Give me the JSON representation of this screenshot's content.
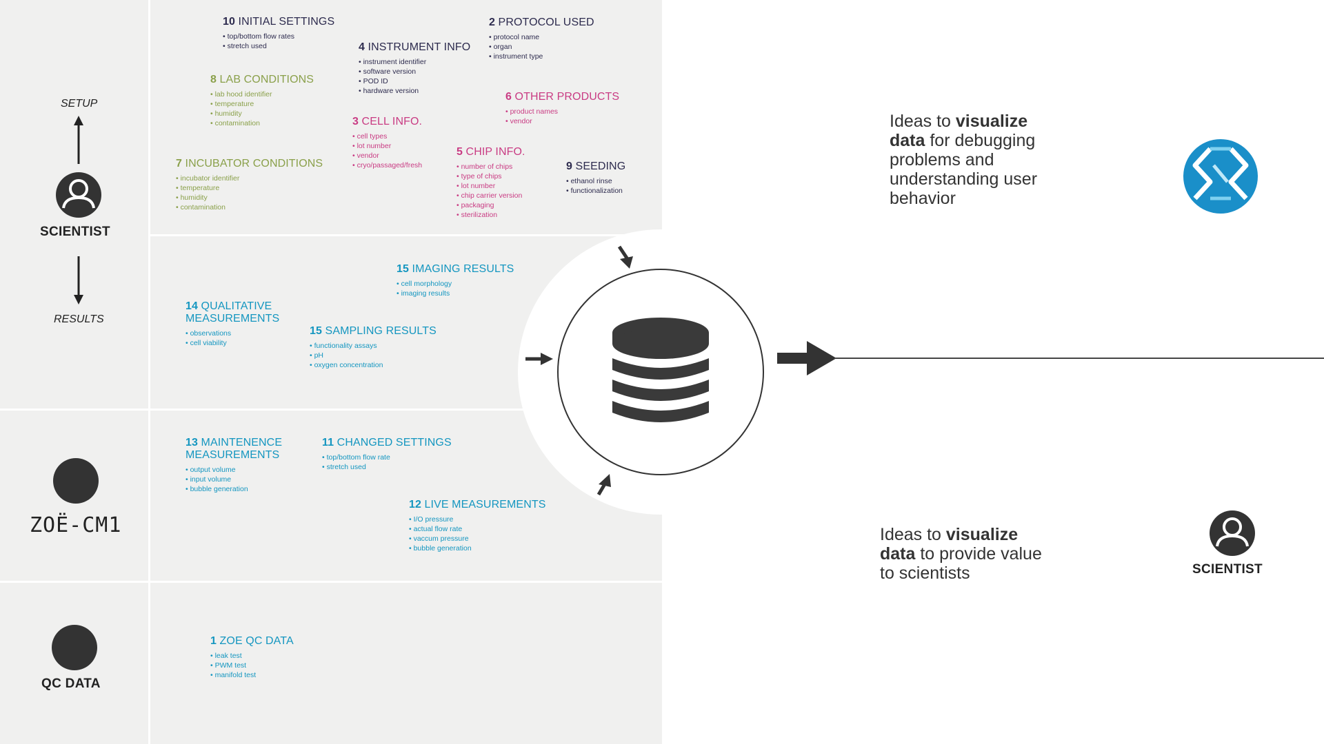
{
  "rows": {
    "setup_label": "SETUP",
    "results_label": "RESULTS",
    "scientist_label": "SCIENTIST",
    "zoe_label": "ZOË-CM1",
    "qc_label": "QC DATA"
  },
  "groups": {
    "g10": {
      "num": "10",
      "title": "INITIAL SETTINGS",
      "items": [
        "top/bottom flow rates",
        "stretch used"
      ]
    },
    "g2": {
      "num": "2",
      "title": "PROTOCOL USED",
      "items": [
        "protocol name",
        "organ",
        "instrument type"
      ]
    },
    "g4": {
      "num": "4",
      "title": "INSTRUMENT INFO",
      "items": [
        "instrument identifier",
        "software version",
        "POD ID",
        "hardware version"
      ]
    },
    "g8": {
      "num": "8",
      "title": "LAB CONDITIONS",
      "items": [
        "lab hood identifier",
        "temperature",
        "humidity",
        "contamination"
      ]
    },
    "g6": {
      "num": "6",
      "title": "OTHER PRODUCTS",
      "items": [
        "product names",
        "vendor"
      ]
    },
    "g3": {
      "num": "3",
      "title": "CELL INFO.",
      "items": [
        "cell types",
        "lot number",
        "vendor",
        "cryo/passaged/fresh"
      ]
    },
    "g7": {
      "num": "7",
      "title": "INCUBATOR CONDITIONS",
      "items": [
        "incubator identifier",
        "temperature",
        "humidity",
        "contamination"
      ]
    },
    "g5": {
      "num": "5",
      "title": "CHIP INFO.",
      "items": [
        "number of chips",
        "type of chips",
        "lot number",
        "chip carrier version",
        "packaging",
        "sterilization"
      ]
    },
    "g9": {
      "num": "9",
      "title": "SEEDING",
      "items": [
        "ethanol rinse",
        "functionalization"
      ]
    },
    "g15a": {
      "num": "15",
      "title": "IMAGING RESULTS",
      "items": [
        "cell morphology",
        "imaging results"
      ]
    },
    "g14": {
      "num": "14",
      "title": "QUALITATIVE",
      "title2": "MEASUREMENTS",
      "items": [
        "observations",
        "cell viability"
      ]
    },
    "g15b": {
      "num": "15",
      "title": "SAMPLING RESULTS",
      "items": [
        "functionality assays",
        "pH",
        "oxygen concentration"
      ]
    },
    "g13": {
      "num": "13",
      "title": "MAINTENENCE",
      "title2": "MEASUREMENTS",
      "items": [
        "output volume",
        "input volume",
        "bubble generation"
      ]
    },
    "g11": {
      "num": "11",
      "title": "CHANGED SETTINGS",
      "items": [
        "top/bottom flow rate",
        "stretch used"
      ]
    },
    "g12": {
      "num": "12",
      "title": "LIVE MEASUREMENTS",
      "items": [
        "I/O pressure",
        "actual flow rate",
        "vaccum pressure",
        "bubble generation"
      ]
    },
    "g1": {
      "num": "1",
      "title": "ZOE QC DATA",
      "items": [
        "leak test",
        "PWM test",
        "manifold test"
      ]
    }
  },
  "ideas": {
    "top": {
      "l1a": "Ideas to ",
      "l1b": "visualize",
      "l2a": "data",
      "l2b": " for debugging",
      "l3": "problems and",
      "l4": "understanding user",
      "l5": "behavior"
    },
    "bottom": {
      "l1a": "Ideas to ",
      "l1b": "visualize",
      "l2a": "data",
      "l2b": " to provide value",
      "l3": "to scientists"
    },
    "scientist_label": "SCIENTIST"
  },
  "icons": {
    "database": "database-icon",
    "user": "user-icon",
    "brand": "brand-logo-icon"
  },
  "colors": {
    "navy": "#2d2b4e",
    "green": "#8aa04a",
    "pink": "#c93b83",
    "blue": "#1496c0",
    "panel": "#f0f0ef",
    "dark": "#333333",
    "logo": "#1a8fc9"
  }
}
